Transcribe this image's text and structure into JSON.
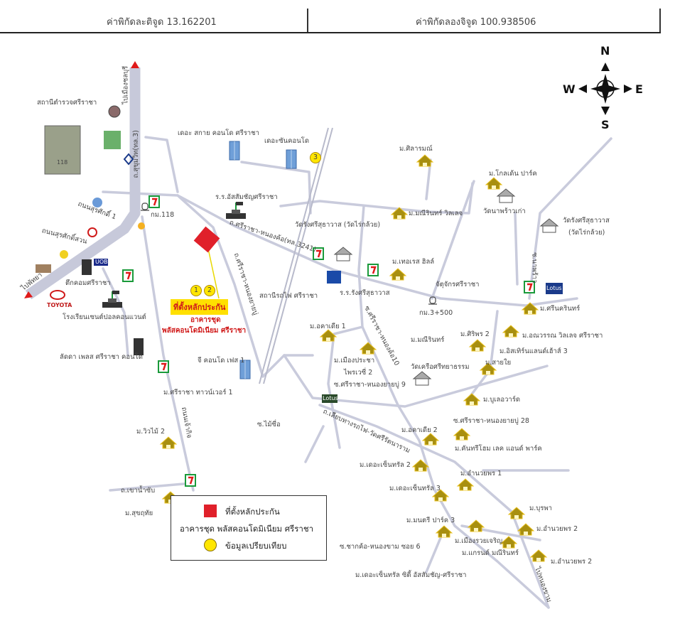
{
  "header": {
    "latitude_label": "ค่าพิกัดละติจูด 13.162201",
    "longitude_label": "ค่าพิกัดลองจิจูด 100.938506"
  },
  "compass": {
    "n": "N",
    "s": "S",
    "e": "E",
    "w": "W"
  },
  "subject": {
    "tag": "ที่ตั้งหลักประกัน",
    "line1": "อาคารชุด",
    "line2": "พลัสคอนโดมิเนียม ศรีราชา",
    "markers": [
      "1",
      "2"
    ],
    "color": "#e0202a"
  },
  "comparable_marker": "3",
  "legend": {
    "subject_label": "ที่ตั้งหลักประกัน",
    "subject_desc": "อาคารชุด พลัสคอนโดมิเนียม ศรีราชา",
    "comparable_label": "ข้อมูลเปรียบเทียบ",
    "comparable_color": "#ffe600"
  },
  "logos": {
    "toyota": "TOYOTA",
    "uob": "UOB",
    "lotus": "Lotus",
    "milestone": "118"
  },
  "map": {
    "labels": [
      "สถานีตำรวจศรีราชา",
      "ไปเมืองชลบุรี",
      "ถ.สุขุมวิท(ทล.3)",
      "เดอะ สกาย คอนโด ศรีราชา",
      "เดอะซันคอนโด",
      "ร.ร.อัสสัมชัญศรีราชา",
      "กม.118",
      "ถนนสุรศักดิ์ 1",
      "ถนนสุรศักดิ์สวน",
      "ไปพัทยา",
      "ตึกคอมศรีราชา",
      "โรงเรียนเซนต์ปอลคอนแวนต์",
      "ลัดดา เพลส ศรีราชา คอนโด",
      "ถ.ศรีราชา-หนองค้อ(ทล.3241)",
      "ถ.ศรีราชา-หนองยายบู่",
      "สถานีรถไฟ ศรีราชา",
      "วัดรังศรีสุธาวาส (วัดไร่กล้วย)",
      "ร.ร.รังศรีสุธาวาส",
      "ม.ศิลารมณ์",
      "ม.มณีรินทร์ วิลเลจ",
      "ม.โกลเด้น ปาร์ค",
      "วัดนาพร้าวเก่า",
      "วัดรังศรีสุธาวาส",
      "(วัดไร่กล้วย)",
      "ม.เทอเรส ฮิลล์",
      "จัตุจักรศรีราชา",
      "กม.3+500",
      "ซ.นาพร้าว",
      "ม.ศรีนครินทร์",
      "ม.อคาเดีย 1",
      "ซ.ศรีราชา-หนองค้อ10",
      "ม.มณีรินทร์",
      "ม.ศิริพร 2",
      "ม.อณวรรณ วิลเลจ ศรีราชา",
      "ม.อิสเทิร์นแลนด์เฮ้าส์ 3",
      "ม.สายใย",
      "ม.เมืองประชา",
      "ไพรเวซี่ 2",
      "วัดเครือศรีทยาธรรม",
      "ซ.ศรีราชา-หนองยายบู่ 9",
      "ม.บูเลอวาร์ด",
      "ซ.ศรีราชา-หนองยายบู่ 28",
      "ถ.เลียบทางรถไฟ-วัดศรีรัตนาราม",
      "ม.อคาเดีย 2",
      "ม.คันทรีโฮม เลค แอนด์ พาร์ค",
      "ม.เดอะเซ็นทรัล 2",
      "ม.อำนวยพร 1",
      "ม.เดอะเซ็นทรัล 3",
      "ม.บุรพา",
      "ม.มนตรี ปาร์ค 3",
      "ม.อำนวยพร 2",
      "ม.เมืองรวยเจริญ",
      "ม.แกรนด์ มณีรินทร์",
      "ม.อำนวยพร 2",
      "ซ.ชากค้อ-หนองขาม ซอย 6",
      "ม.เดอะเซ็นทรัล ซิตี้ อัสสัมชัญ-ศรีราชา",
      "ไปหนองขาม",
      "จี คอนโด เฟส 1",
      "ม.ศรีราชา ทาวน์เวอร์ 1",
      "ซ.ไม้ซี่อ",
      "ม.วิวไม้ 2",
      "ถนนเจ้ากิจ",
      "ถ.เขาน้ำซับ",
      "ม.สุขฤทัย"
    ]
  }
}
